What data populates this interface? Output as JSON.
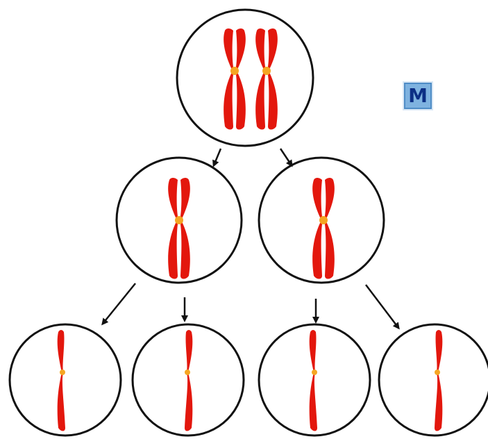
{
  "badge": {
    "label": "M"
  },
  "colors": {
    "chromosome": "#e3170d",
    "centromere": "#f5a623",
    "cell_outline": "#111111",
    "arrow": "#111111",
    "badge_fill": "#7fb3e0",
    "badge_text": "#0c2f85"
  },
  "cells": [
    {
      "id": "parent",
      "level": 1,
      "chromosome_type": "duplicated",
      "chromosome_count": 2
    },
    {
      "id": "daughter-left",
      "level": 2,
      "chromosome_type": "duplicated",
      "chromosome_count": 1
    },
    {
      "id": "daughter-right",
      "level": 2,
      "chromosome_type": "duplicated",
      "chromosome_count": 1
    },
    {
      "id": "granddaughter-1",
      "level": 3,
      "chromosome_type": "single",
      "chromosome_count": 1
    },
    {
      "id": "granddaughter-2",
      "level": 3,
      "chromosome_type": "single",
      "chromosome_count": 1
    },
    {
      "id": "granddaughter-3",
      "level": 3,
      "chromosome_type": "single",
      "chromosome_count": 1
    },
    {
      "id": "granddaughter-4",
      "level": 3,
      "chromosome_type": "single",
      "chromosome_count": 1
    }
  ]
}
